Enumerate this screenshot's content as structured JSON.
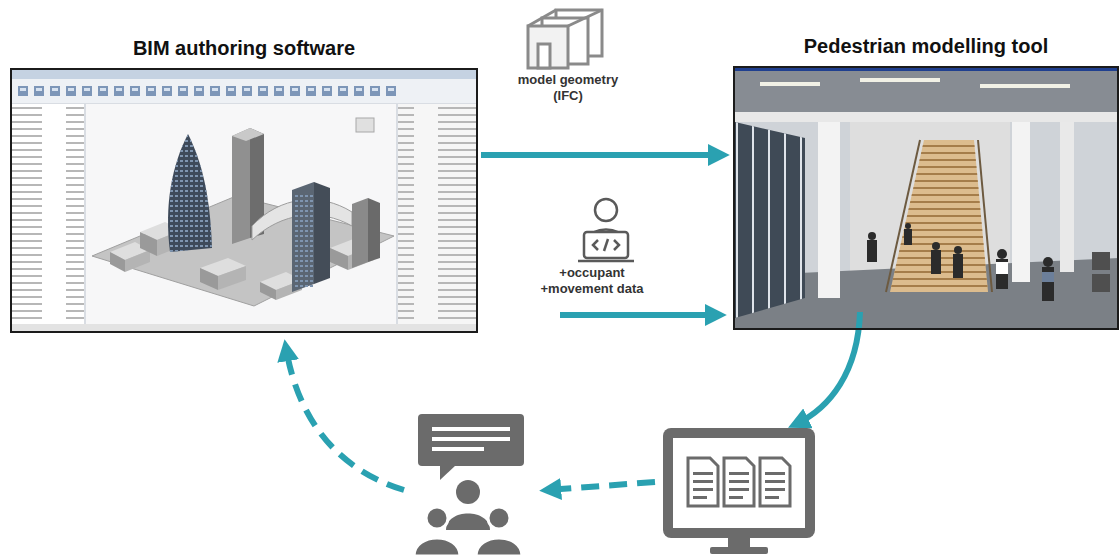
{
  "diagram": {
    "nodes": [
      {
        "text": [
          "BIM authoring software"
        ]
      },
      {
        "text": [
          "Pedestrian modelling tool"
        ]
      }
    ],
    "edges": [
      {
        "from": 0,
        "to": 1,
        "arrow": "to",
        "label": "model geometry (IFC)"
      }
    ],
    "labels": [
      "+occupant +movement data"
    ]
  }
}
